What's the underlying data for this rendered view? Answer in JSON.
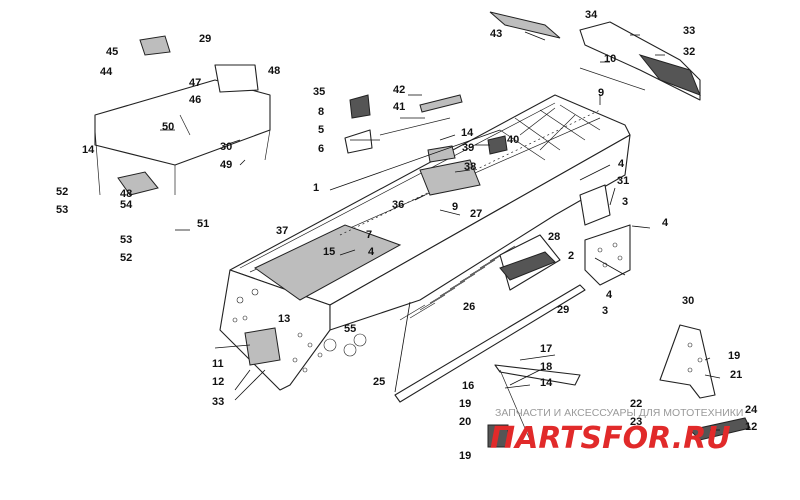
{
  "diagram": {
    "callouts": [
      {
        "id": "c1",
        "label": "1"
      },
      {
        "id": "c2",
        "label": "2"
      },
      {
        "id": "c3a",
        "label": "3"
      },
      {
        "id": "c3b",
        "label": "3"
      },
      {
        "id": "c4a",
        "label": "4"
      },
      {
        "id": "c4b",
        "label": "4"
      },
      {
        "id": "c4c",
        "label": "4"
      },
      {
        "id": "c4d",
        "label": "4"
      },
      {
        "id": "c5",
        "label": "5"
      },
      {
        "id": "c6",
        "label": "6"
      },
      {
        "id": "c7",
        "label": "7"
      },
      {
        "id": "c8",
        "label": "8"
      },
      {
        "id": "c9a",
        "label": "9"
      },
      {
        "id": "c9b",
        "label": "9"
      },
      {
        "id": "c10",
        "label": "10"
      },
      {
        "id": "c11",
        "label": "11"
      },
      {
        "id": "c12a",
        "label": "12"
      },
      {
        "id": "c12b",
        "label": "12"
      },
      {
        "id": "c13",
        "label": "13"
      },
      {
        "id": "c14a",
        "label": "14"
      },
      {
        "id": "c14b",
        "label": "14"
      },
      {
        "id": "c14c",
        "label": "14"
      },
      {
        "id": "c15",
        "label": "15"
      },
      {
        "id": "c16",
        "label": "16"
      },
      {
        "id": "c17",
        "label": "17"
      },
      {
        "id": "c18",
        "label": "18"
      },
      {
        "id": "c19a",
        "label": "19"
      },
      {
        "id": "c19b",
        "label": "19"
      },
      {
        "id": "c19c",
        "label": "19"
      },
      {
        "id": "c20",
        "label": "20"
      },
      {
        "id": "c21",
        "label": "21"
      },
      {
        "id": "c22",
        "label": "22"
      },
      {
        "id": "c23",
        "label": "23"
      },
      {
        "id": "c24",
        "label": "24"
      },
      {
        "id": "c25",
        "label": "25"
      },
      {
        "id": "c26",
        "label": "26"
      },
      {
        "id": "c27",
        "label": "27"
      },
      {
        "id": "c28",
        "label": "28"
      },
      {
        "id": "c29a",
        "label": "29"
      },
      {
        "id": "c29b",
        "label": "29"
      },
      {
        "id": "c30a",
        "label": "30"
      },
      {
        "id": "c30b",
        "label": "30"
      },
      {
        "id": "c31",
        "label": "31"
      },
      {
        "id": "c32",
        "label": "32"
      },
      {
        "id": "c33a",
        "label": "33"
      },
      {
        "id": "c33b",
        "label": "33"
      },
      {
        "id": "c34",
        "label": "34"
      },
      {
        "id": "c35",
        "label": "35"
      },
      {
        "id": "c36",
        "label": "36"
      },
      {
        "id": "c37",
        "label": "37"
      },
      {
        "id": "c38",
        "label": "38"
      },
      {
        "id": "c39",
        "label": "39"
      },
      {
        "id": "c40",
        "label": "40"
      },
      {
        "id": "c41",
        "label": "41"
      },
      {
        "id": "c42",
        "label": "42"
      },
      {
        "id": "c43",
        "label": "43"
      },
      {
        "id": "c44",
        "label": "44"
      },
      {
        "id": "c45",
        "label": "45"
      },
      {
        "id": "c46",
        "label": "46"
      },
      {
        "id": "c47",
        "label": "47"
      },
      {
        "id": "c48a",
        "label": "48"
      },
      {
        "id": "c48b",
        "label": "48"
      },
      {
        "id": "c49",
        "label": "49"
      },
      {
        "id": "c50",
        "label": "50"
      },
      {
        "id": "c51",
        "label": "51"
      },
      {
        "id": "c52a",
        "label": "52"
      },
      {
        "id": "c52b",
        "label": "52"
      },
      {
        "id": "c53a",
        "label": "53"
      },
      {
        "id": "c53b",
        "label": "53"
      },
      {
        "id": "c54",
        "label": "54"
      },
      {
        "id": "c55",
        "label": "55"
      }
    ]
  },
  "watermark": {
    "text": "ЗАПЧАСТИ И АКСЕССУАРЫ ДЛЯ МОТОТЕХНИКИ",
    "brand": "ПАRTSFOR.RU",
    "brand_color": "#e12a2a"
  }
}
